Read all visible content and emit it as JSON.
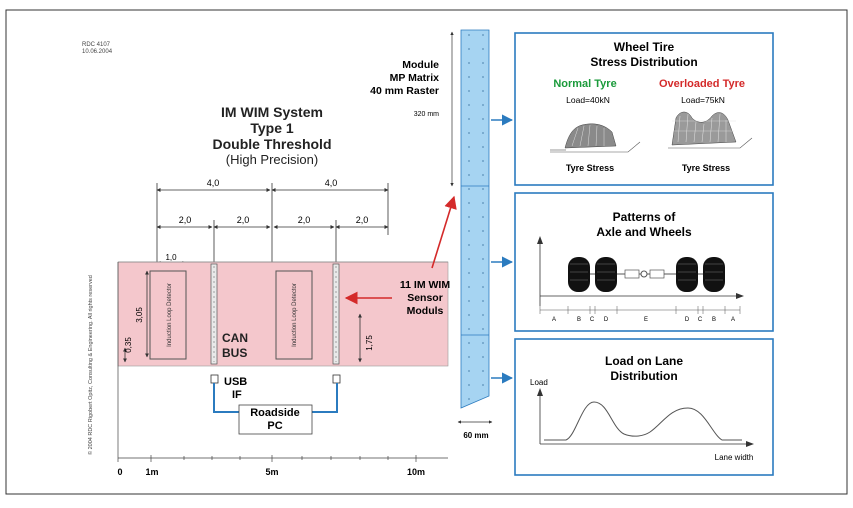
{
  "doc_ref": {
    "line1": "RDC 4107",
    "line2": "10.06.2004"
  },
  "title": {
    "line1": "IM WIM System",
    "line2": "Type 1",
    "line3": "Double Threshold",
    "line4": "(High Precision)"
  },
  "module": {
    "line1": "Module",
    "line2": "MP Matrix",
    "line3": "40 mm Raster",
    "height": "320 mm",
    "width": "60 mm"
  },
  "dims": {
    "top_left": "4,0",
    "top_right": "4,0",
    "mid_1": "2,0",
    "mid_2": "2,0",
    "mid_3": "2,0",
    "mid_4": "2,0",
    "small": "1,0",
    "loop_height": "3,05",
    "offset": "0,35",
    "sensor_len": "1,75"
  },
  "labels": {
    "loop1": "Induction Loop Detector",
    "loop2": "Induction Loop Detector",
    "can_line1": "CAN",
    "can_line2": "BUS",
    "usb_line1": "USB",
    "usb_line2": "IF",
    "pc_line1": "Roadside",
    "pc_line2": "PC",
    "sensor_line1": "11 IM WIM",
    "sensor_line2": "Sensor",
    "sensor_line3": "Moduls"
  },
  "axis": {
    "t0": "0",
    "t1": "1m",
    "t5": "5m",
    "t10": "10m"
  },
  "copyright": "© 2004 RDC Rigobert Opitz, Consulting & Engineering. All rights reserved",
  "panel1": {
    "title1": "Wheel Tire",
    "title2": "Stress Distribution",
    "normal": "Normal Tyre",
    "overloaded": "Overloaded Tyre",
    "load_normal": "Load=40kN",
    "load_over": "Load=75kN",
    "stress1": "Tyre Stress",
    "stress2": "Tyre Stress",
    "normal_color": "#1a9a3a",
    "over_color": "#d42a2a"
  },
  "panel2": {
    "title1": "Patterns of",
    "title2": "Axle and Wheels",
    "seg": [
      "A",
      "B",
      "C",
      "D",
      "E",
      "D",
      "C",
      "B",
      "A"
    ]
  },
  "panel3": {
    "title1": "Load on Lane",
    "title2": "Distribution",
    "ylabel": "Load",
    "xlabel": "Lane width"
  },
  "colors": {
    "accent": "#2b7bbf",
    "road": "#f4c7cc",
    "module": "#a6d4f2"
  }
}
